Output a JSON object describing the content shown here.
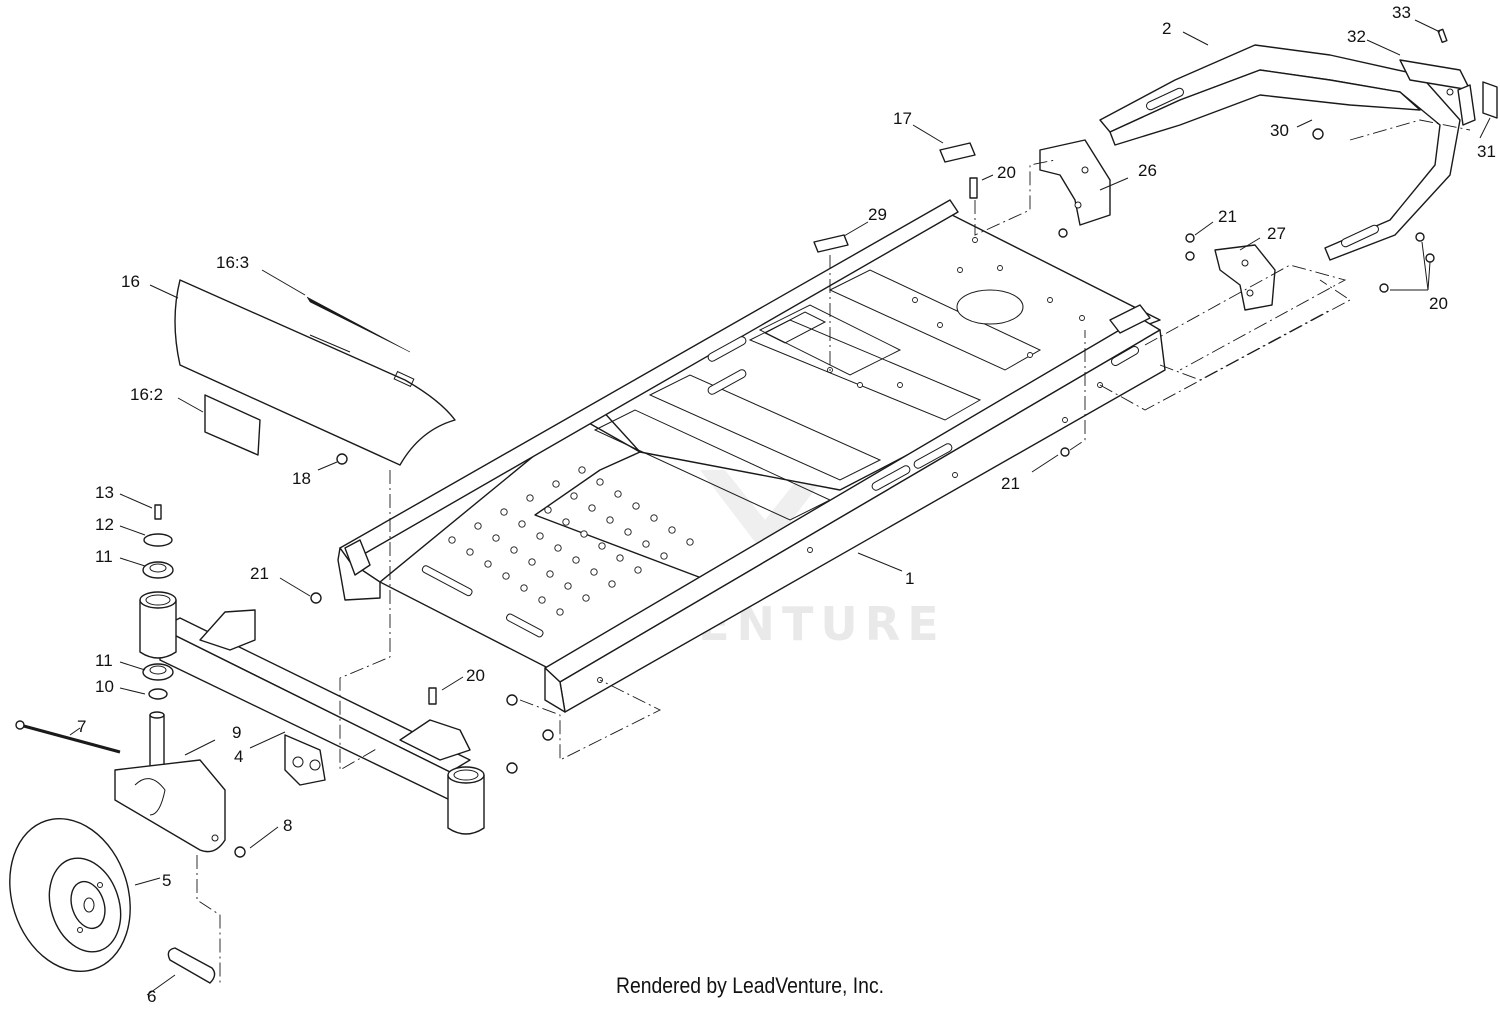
{
  "watermark": {
    "text": "LEADVENTURE"
  },
  "footer": {
    "text": "Rendered by LeadVenture, Inc."
  },
  "callouts": [
    {
      "id": "c1",
      "label": "1"
    },
    {
      "id": "c2",
      "label": "2"
    },
    {
      "id": "c4",
      "label": "4"
    },
    {
      "id": "c5",
      "label": "5"
    },
    {
      "id": "c6",
      "label": "6"
    },
    {
      "id": "c7",
      "label": "7"
    },
    {
      "id": "c8",
      "label": "8"
    },
    {
      "id": "c9",
      "label": "9"
    },
    {
      "id": "c10",
      "label": "10"
    },
    {
      "id": "c11a",
      "label": "11"
    },
    {
      "id": "c11b",
      "label": "11"
    },
    {
      "id": "c12",
      "label": "12"
    },
    {
      "id": "c13",
      "label": "13"
    },
    {
      "id": "c16",
      "label": "16"
    },
    {
      "id": "c16_2",
      "label": "16:2"
    },
    {
      "id": "c16_3",
      "label": "16:3"
    },
    {
      "id": "c17",
      "label": "17"
    },
    {
      "id": "c18",
      "label": "18"
    },
    {
      "id": "c20a",
      "label": "20"
    },
    {
      "id": "c20b",
      "label": "20"
    },
    {
      "id": "c20c",
      "label": "20"
    },
    {
      "id": "c21a",
      "label": "21"
    },
    {
      "id": "c21b",
      "label": "21"
    },
    {
      "id": "c21c",
      "label": "21"
    },
    {
      "id": "c26",
      "label": "26"
    },
    {
      "id": "c27",
      "label": "27"
    },
    {
      "id": "c29",
      "label": "29"
    },
    {
      "id": "c30",
      "label": "30"
    },
    {
      "id": "c31",
      "label": "31"
    },
    {
      "id": "c32",
      "label": "32"
    },
    {
      "id": "c33",
      "label": "33"
    }
  ]
}
